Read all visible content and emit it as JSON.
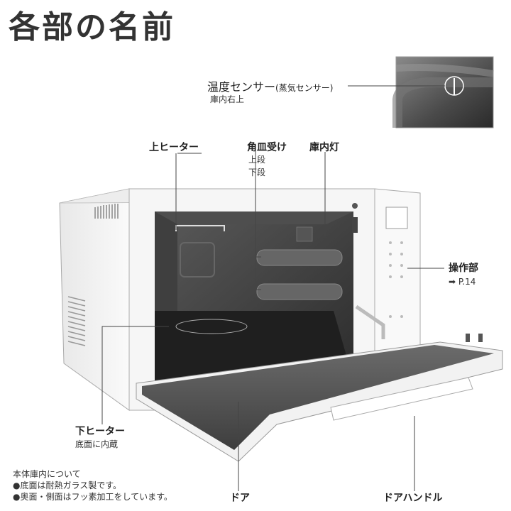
{
  "title": "各部の名前",
  "labels": {
    "temp_sensor": "温度センサー",
    "temp_sensor_paren": "(蒸気センサー)",
    "temp_sensor_loc": "庫内右上",
    "upper_heater": "上ヒーター",
    "tray_holder": "角皿受け",
    "tray_upper": "上段",
    "tray_lower": "下段",
    "interior_light": "庫内灯",
    "control_panel": "操作部",
    "control_panel_ref": "P.14",
    "lower_heater": "下ヒーター",
    "lower_heater_loc": "底面に内蔵",
    "door": "ドア",
    "door_handle": "ドアハンドル"
  },
  "note": {
    "heading": "本体庫内について",
    "line1": "●底面は耐熱ガラス製です。",
    "line2": "●奥面・側面はフッ素加工をしています。"
  },
  "icons": {
    "arrow": "right-arrow-icon"
  },
  "colors": {
    "leader": "#444444",
    "interior": "#3a3a3a",
    "body": "#f4f4f4"
  }
}
